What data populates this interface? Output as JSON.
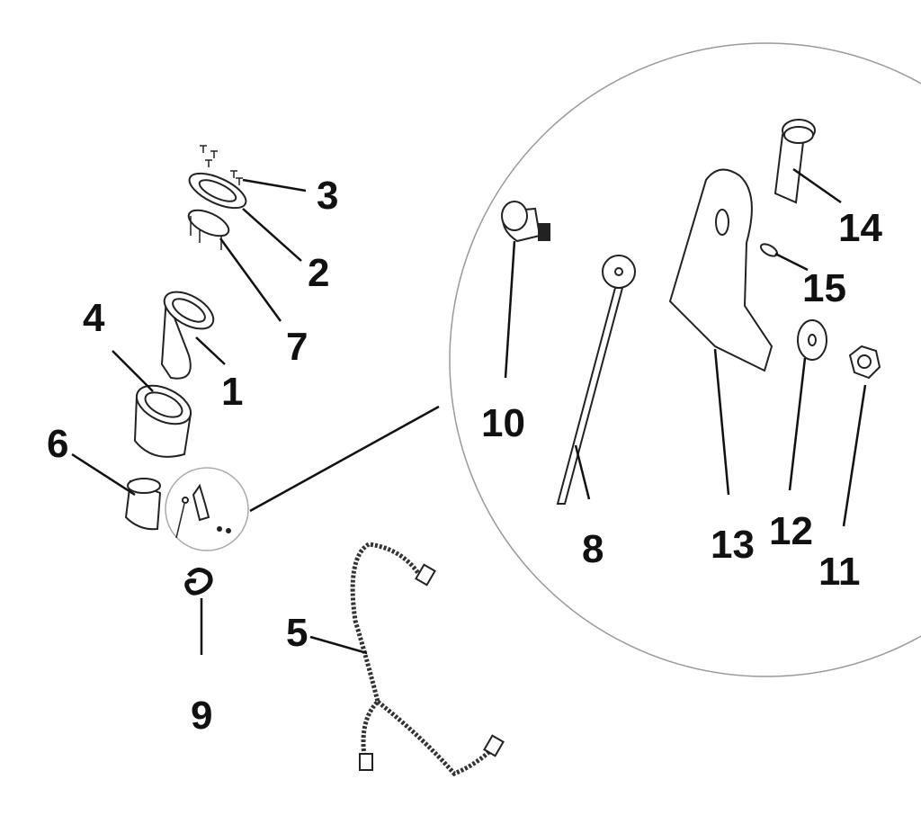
{
  "diagram": {
    "type": "exploded-parts-diagram",
    "callouts": {
      "p1": "1",
      "p2": "2",
      "p3": "3",
      "p4": "4",
      "p5": "5",
      "p6": "6",
      "p7": "7",
      "p8": "8",
      "p9": "9",
      "p10": "10",
      "p11": "11",
      "p12": "12",
      "p13": "13",
      "p14": "14",
      "p15": "15"
    },
    "colors": {
      "line": "#222222",
      "detail_circle": "#999999",
      "background": "#ffffff"
    }
  }
}
